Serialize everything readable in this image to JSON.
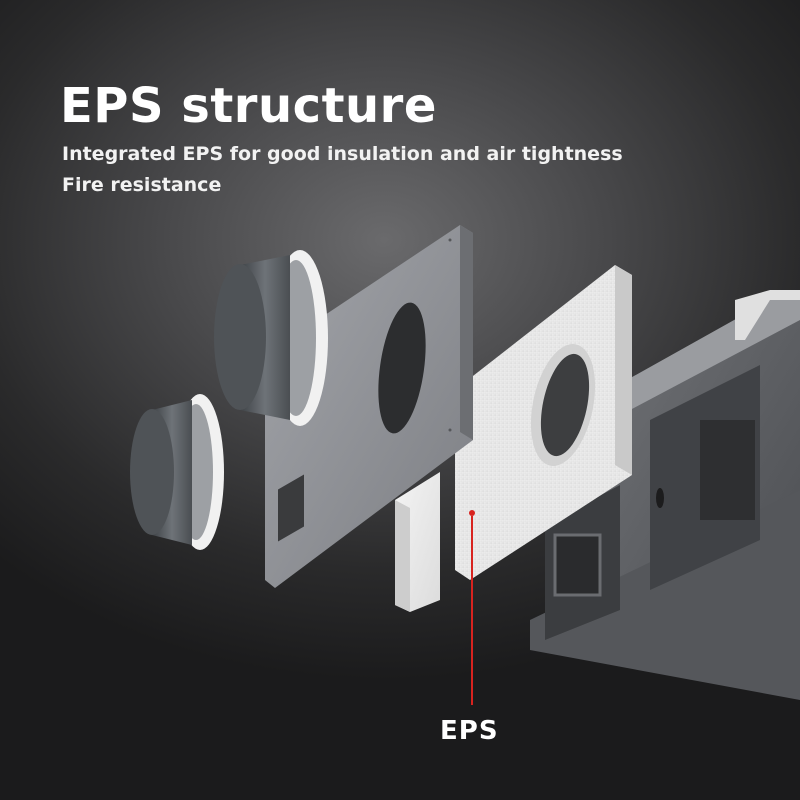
{
  "heading": {
    "title": "EPS structure",
    "line1": "Integrated EPS for good insulation and air tightness",
    "line2": "Fire resistance"
  },
  "callout": {
    "label": "EPS",
    "leader_color": "#d8231f"
  },
  "colors": {
    "background": "#2a2a2b",
    "metal_panel": "#8d8f94",
    "eps_foam": "#eeeeee",
    "duct": "#5a5e63"
  },
  "icons": [
    "duct-collar",
    "front-panel",
    "eps-insulation-board",
    "unit-housing"
  ]
}
